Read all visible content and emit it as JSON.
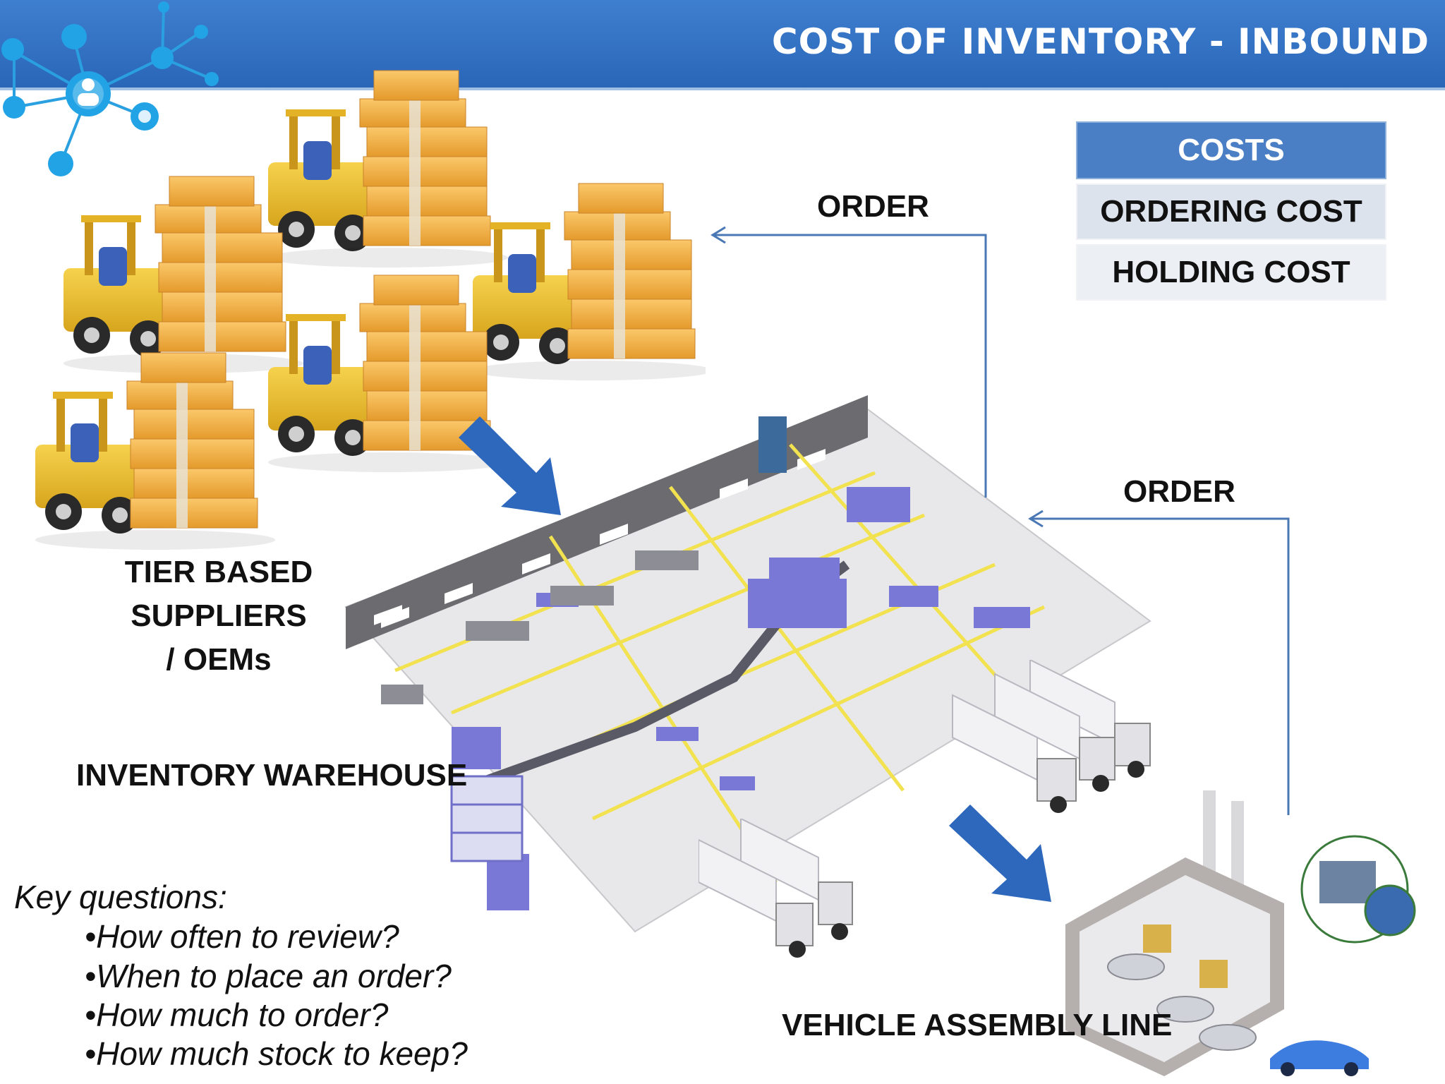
{
  "header": {
    "title": "COST OF INVENTORY - INBOUND",
    "color": "#2d6bbd"
  },
  "costs_table": {
    "heading": "COSTS",
    "rows": [
      "ORDERING COST",
      "HOLDING COST"
    ]
  },
  "arrows": {
    "order_top": "ORDER",
    "order_bottom": "ORDER"
  },
  "labels": {
    "suppliers_line1": "TIER BASED SUPPLIERS",
    "suppliers_line2": "/ OEMs",
    "warehouse": "INVENTORY WAREHOUSE",
    "assembly": "VEHICLE ASSEMBLY LINE"
  },
  "key_questions": {
    "title": "Key questions:",
    "items": [
      "•How often to review?",
      "•When to place an order?",
      "•How much to order?",
      "•How much stock to keep?"
    ]
  },
  "illustrations": {
    "network": "network-icon",
    "forklift": "forklift-with-boxes",
    "warehouse": "warehouse-floorplan",
    "trucks": "delivery-trucks",
    "factory": "vehicle-factory"
  }
}
